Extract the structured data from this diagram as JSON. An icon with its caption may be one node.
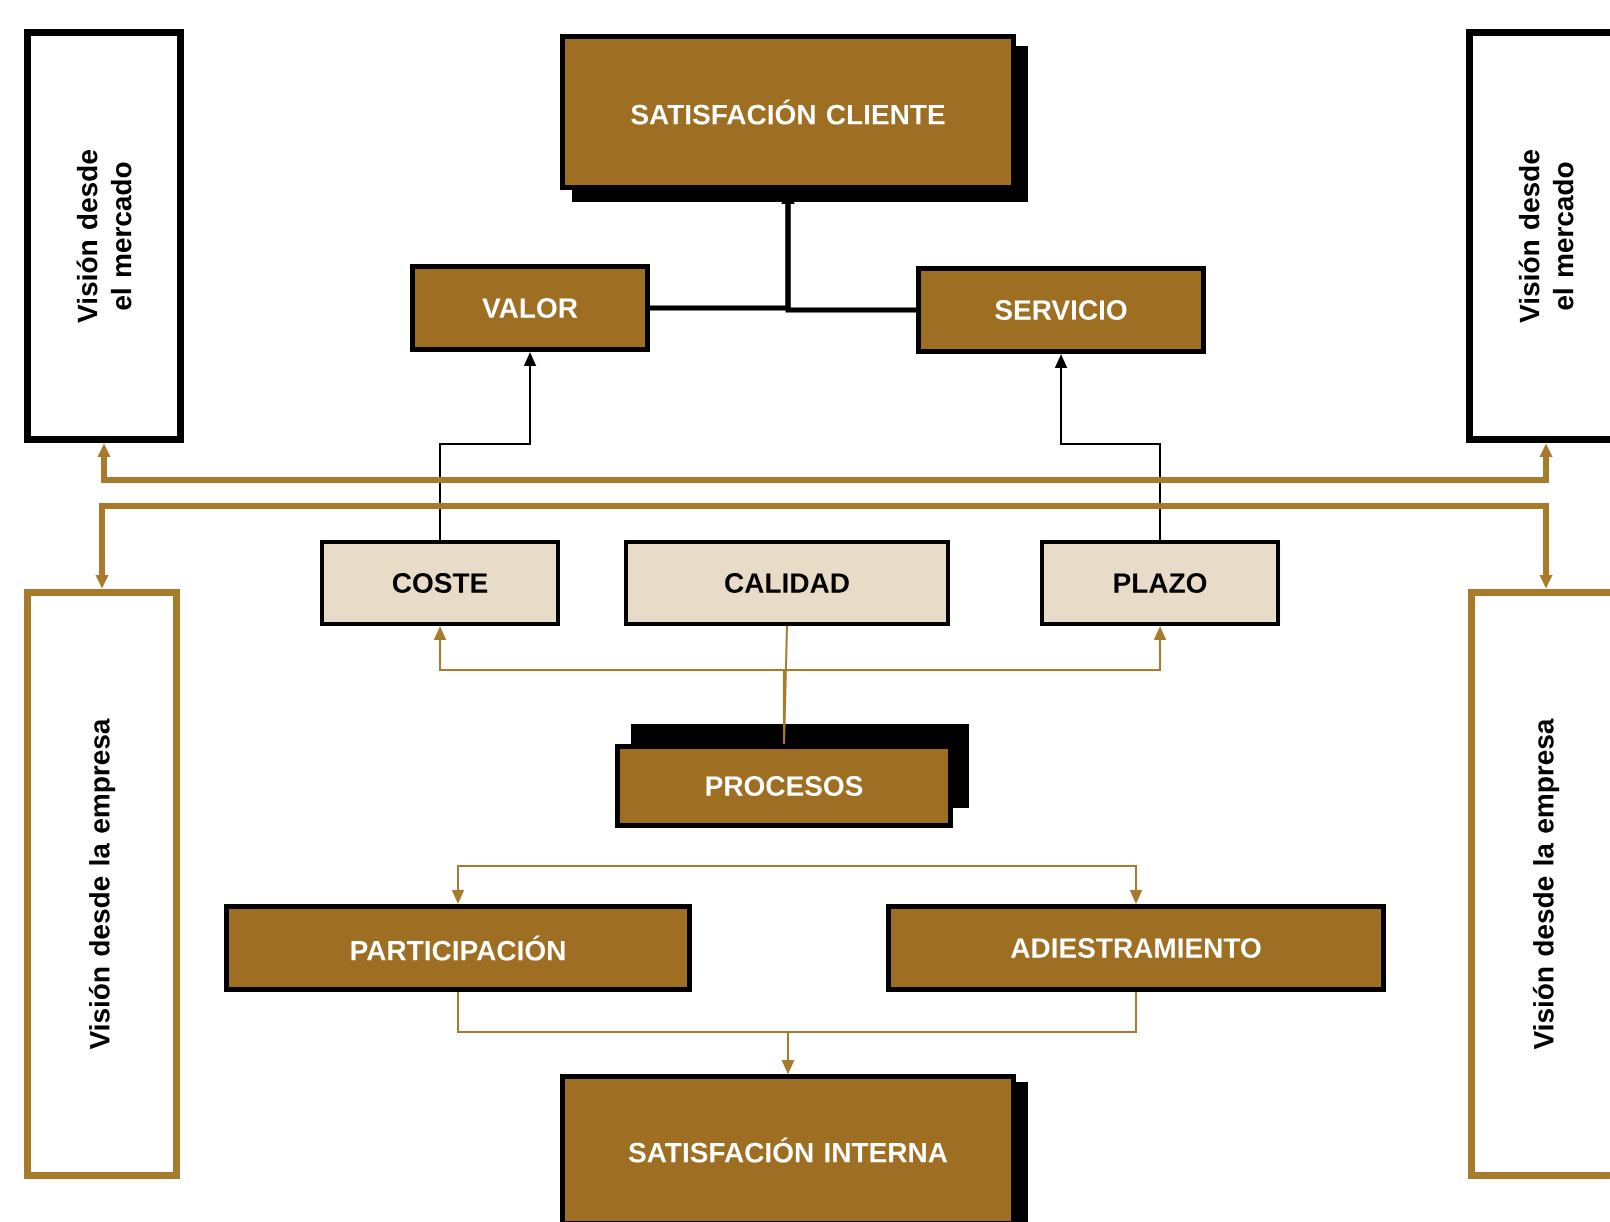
{
  "diagram": {
    "nodes": [
      {
        "text": [
          "Visión desde el mercado"
        ]
      },
      {
        "text": [
          "SATISFACIÓN CLIENTE"
        ]
      },
      {
        "text": [
          "Visión desde el mercado"
        ]
      },
      {
        "text": [
          "VALOR"
        ]
      },
      {
        "text": [
          "SERVICIO"
        ]
      },
      {
        "text": [
          "Visión desde la empresa"
        ]
      },
      {
        "text": [
          "COSTE"
        ]
      },
      {
        "text": [
          "CALIDAD"
        ]
      },
      {
        "text": [
          "PLAZO"
        ]
      },
      {
        "text": [
          "Visión desde la empresa"
        ]
      },
      {
        "text": [
          "PROCESOS"
        ]
      },
      {
        "text": [
          "PARTICIPACIÓN"
        ]
      },
      {
        "text": [
          "ADIESTRAMIENTO"
        ]
      },
      {
        "text": [
          "SATISFACIÓN INTERNA"
        ]
      }
    ],
    "edges": [
      {
        "from": 3,
        "to": 1,
        "arrow": "to",
        "style": "thick",
        "color": "#000000"
      },
      {
        "from": 4,
        "to": 1,
        "arrow": "to",
        "style": "thick",
        "color": "#000000"
      },
      {
        "from": 6,
        "to": 3,
        "arrow": "to",
        "color": "#000000"
      },
      {
        "from": 8,
        "to": 4,
        "arrow": "to",
        "color": "#000000"
      },
      {
        "from": 0,
        "to": 2,
        "arrow": "both",
        "style": "thick"
      },
      {
        "from": 5,
        "to": 9,
        "arrow": "both",
        "style": "thick"
      },
      {
        "from": 10,
        "to": 7,
        "arrow": "none"
      },
      {
        "from": 10,
        "to": 6,
        "arrow": "to"
      },
      {
        "from": 10,
        "to": 8,
        "arrow": "to"
      },
      {
        "from": null,
        "to": 11,
        "arrow": "to"
      },
      {
        "from": null,
        "to": 12,
        "arrow": "to"
      },
      {
        "from": 11,
        "to": 13,
        "arrow": "to"
      },
      {
        "from": 12,
        "to": 13,
        "arrow": "to"
      }
    ]
  }
}
